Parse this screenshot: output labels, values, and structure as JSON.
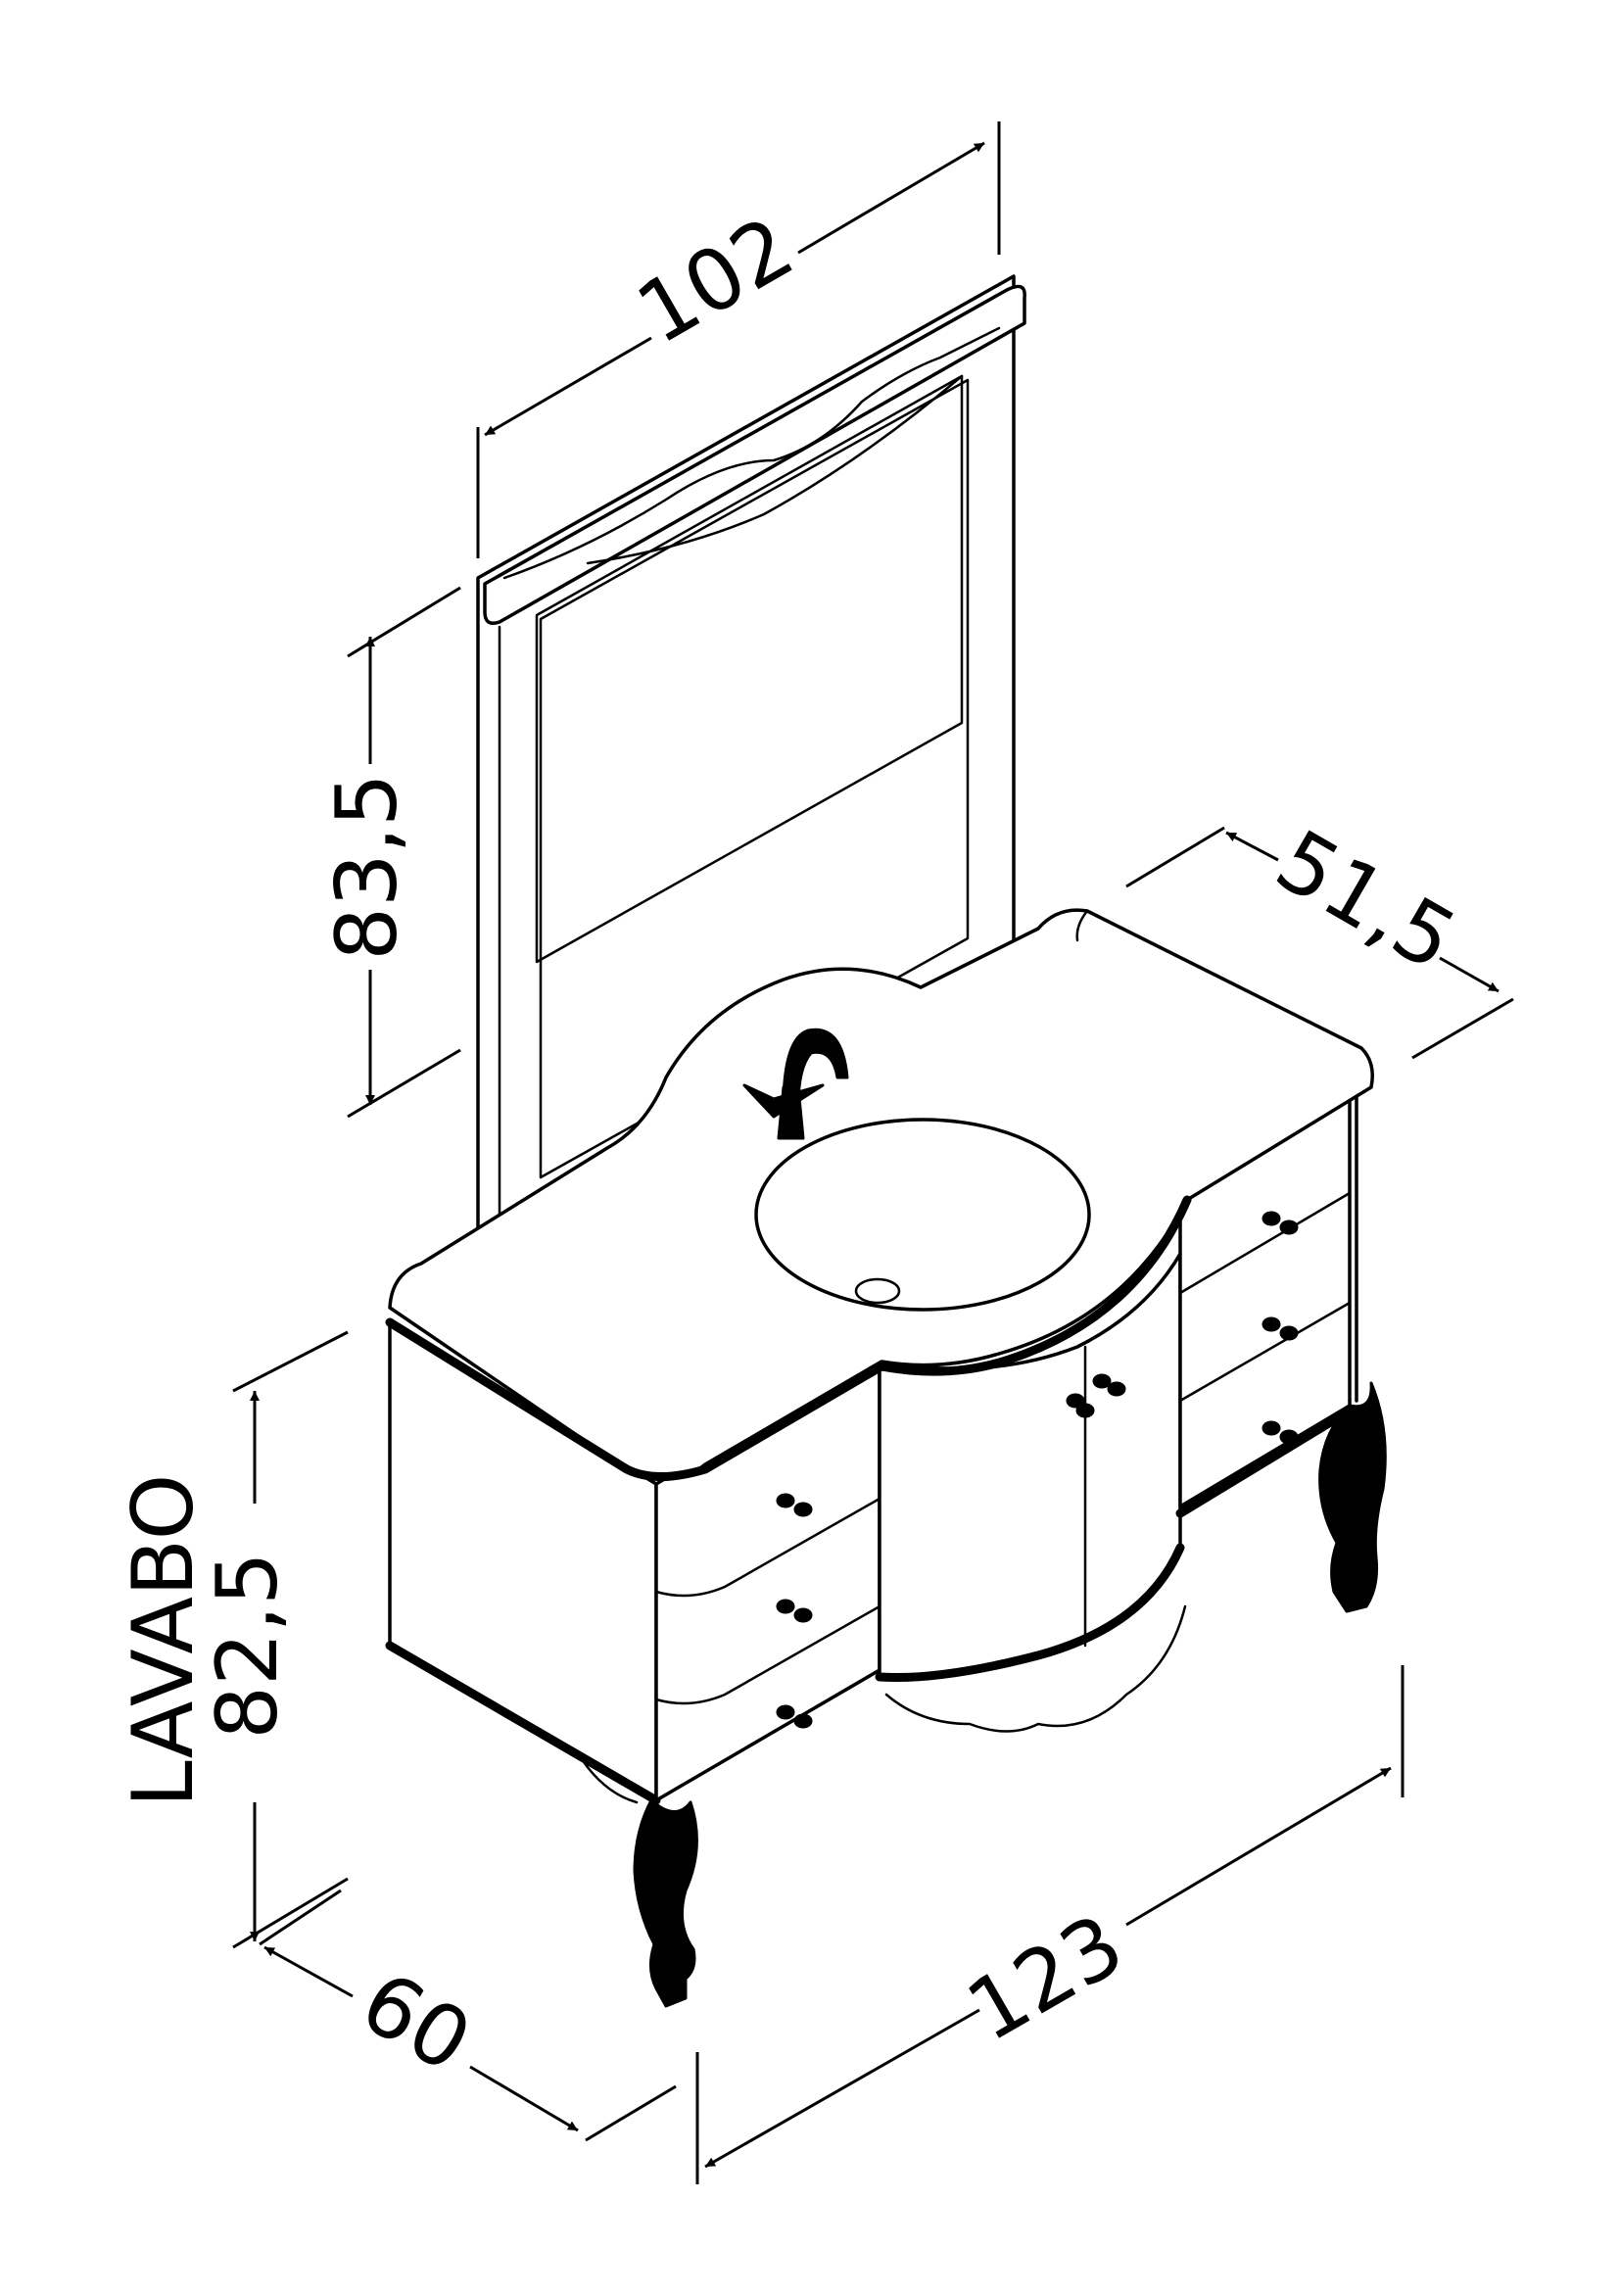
{
  "dimensions": {
    "mirror_width": "102",
    "mirror_height": "83,5",
    "top_depth": "51,5",
    "vanity_label": "LAVABO",
    "vanity_height": "82,5",
    "cabinet_depth": "60",
    "vanity_width": "123"
  },
  "colors": {
    "line": "#000000",
    "background": "#ffffff"
  }
}
